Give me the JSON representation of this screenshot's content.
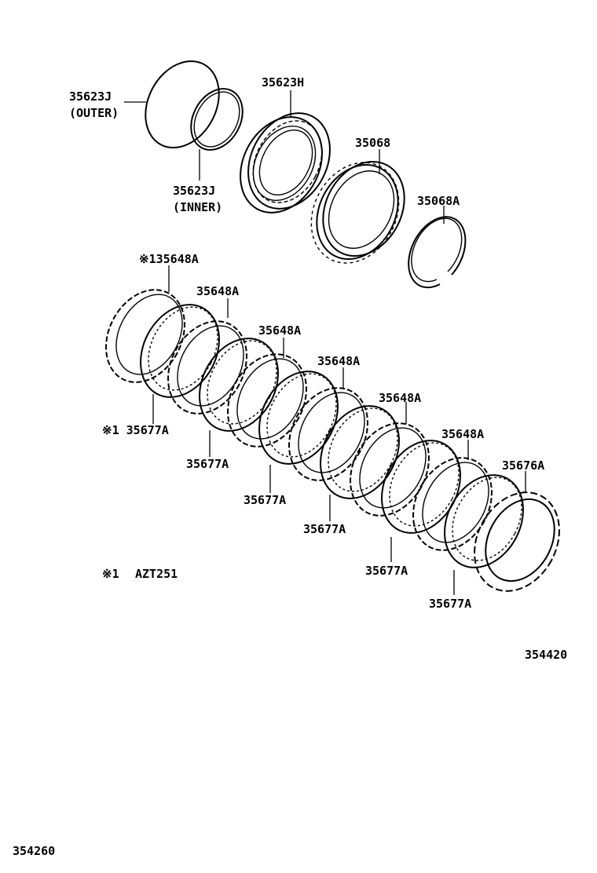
{
  "labels": {
    "outer_ring": "35623J",
    "outer_note": "(OUTER)",
    "inner_ring": "35623J",
    "inner_note": "(INNER)",
    "bearing": "35623H",
    "hub": "35068",
    "snap_ring": "35068A",
    "top_plate": "※135648A",
    "plate_2": "35648A",
    "plate_3": "35648A",
    "plate_4": "35648A",
    "plate_5": "35648A",
    "plate_6": "35648A",
    "end_plate": "35676A",
    "disc_1": "※1 35677A",
    "disc_2": "35677A",
    "disc_3": "35677A",
    "disc_4": "35677A",
    "disc_5": "35677A",
    "disc_6": "35677A",
    "footnote_mark": "※1",
    "footnote_model": "AZT251",
    "group_code": "354420",
    "page_code": "354260"
  }
}
